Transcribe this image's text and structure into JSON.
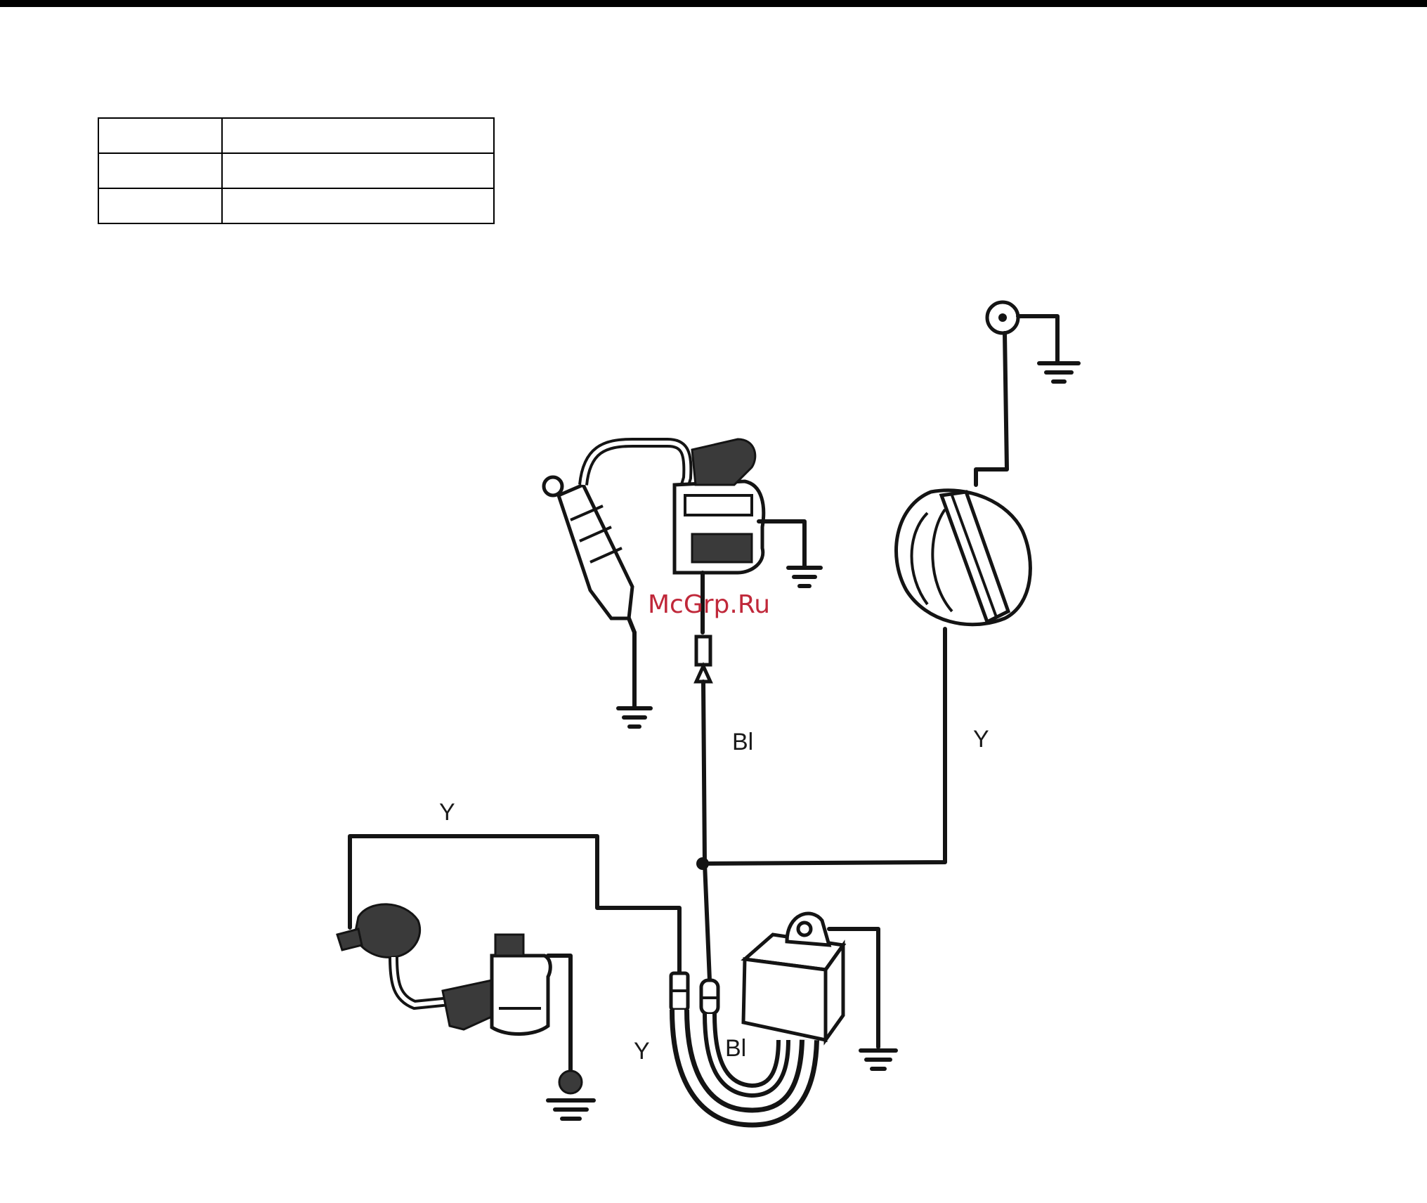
{
  "legend_table": {
    "rows": [
      [
        "",
        ""
      ],
      [
        "",
        ""
      ],
      [
        "",
        ""
      ]
    ]
  },
  "labels": {
    "wire_bl_upper": "Bl",
    "wire_y_right": "Y",
    "wire_y_left": "Y",
    "wire_y_bottom": "Y",
    "wire_bl_bottom": "Bl"
  },
  "watermark": "McGrp.Ru",
  "colors": {
    "line": "#141414",
    "watermark": "#c0283a"
  }
}
